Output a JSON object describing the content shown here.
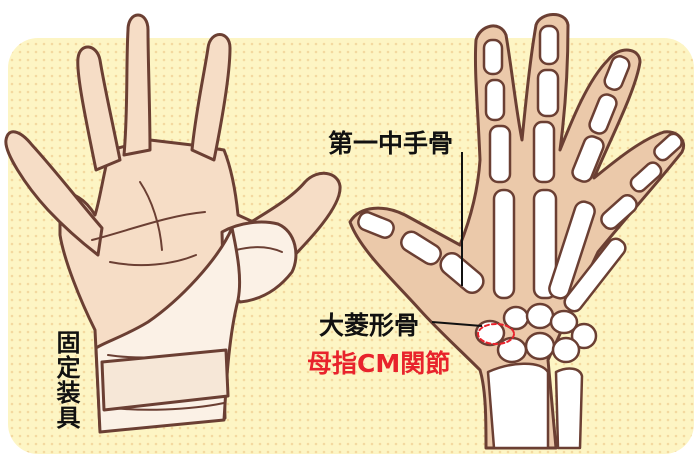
{
  "labels": {
    "first_metacarpal": "第一中手骨",
    "trapezium": "大菱形骨",
    "thumb_cmc_joint": "母指CM関節",
    "splint": "固定装具"
  },
  "colors": {
    "background_panel": "#fdf5c4",
    "dot_pattern": "#f3d9a0",
    "skin": "#f6ddc6",
    "outline": "#6b3f33",
    "splint": "#fbf1e6",
    "bone": "#ffffff",
    "hand_xray_fill": "#ebc9aa",
    "highlight": "#e8232c",
    "text": "#111111"
  },
  "icons": {
    "left": "hand-with-thumb-splint",
    "right": "hand-skeleton"
  }
}
